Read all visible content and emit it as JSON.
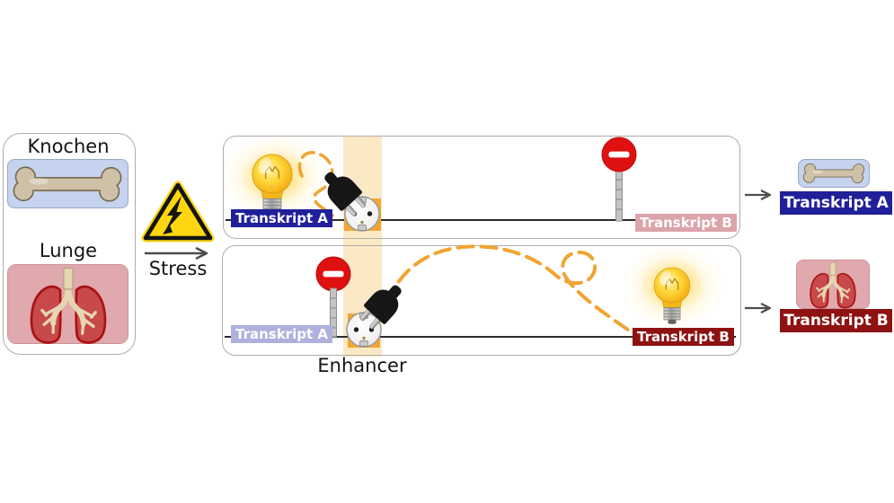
{
  "tissues": {
    "bone": "Knochen",
    "lung": "Lunge"
  },
  "stress": {
    "label": "Stress",
    "icon": "high-voltage-warning"
  },
  "enhancer": {
    "label": "Enhancer"
  },
  "scenarios": [
    {
      "name": "bone-context",
      "transcript_a": {
        "label": "Transkript A",
        "state": "active"
      },
      "transcript_b": {
        "label": "Transkript B",
        "state": "repressed"
      }
    },
    {
      "name": "lung-context",
      "transcript_a": {
        "label": "Transkript A",
        "state": "repressed"
      },
      "transcript_b": {
        "label": "Transkript B",
        "state": "active"
      }
    }
  ],
  "outputs": [
    {
      "tissue": "bone",
      "label": "Transkript A"
    },
    {
      "tissue": "lung",
      "label": "Transkript B"
    }
  ],
  "colors": {
    "transcript_a_active": "#20209a",
    "transcript_a_inactive": "#aeb1dc",
    "transcript_b_active": "#8e1212",
    "transcript_b_inactive": "#dba4a9",
    "enhancer_band": "#fbe8c5",
    "enhancer_socket_box": "#f3a52f",
    "contact_loop_orange": "#f0a434",
    "stop_sign_red": "#de1010",
    "warning_yellow": "#ffd60f",
    "gene_line": "#2b2b2b"
  }
}
